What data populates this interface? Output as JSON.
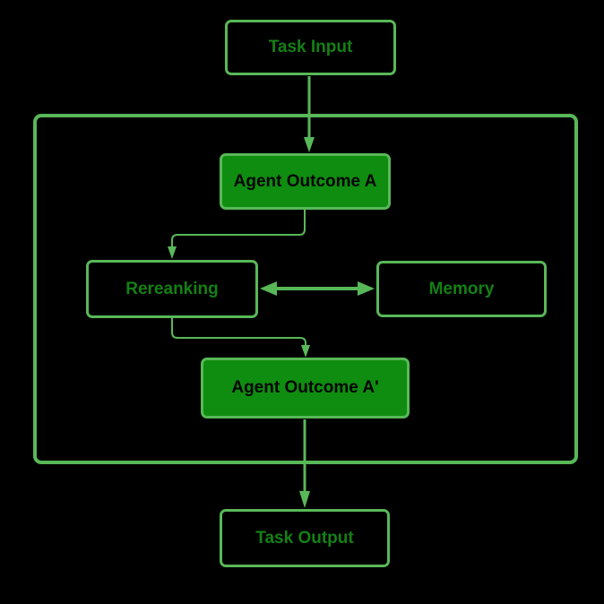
{
  "diagram": {
    "background_color": "#000000",
    "accent_color": "#58b858",
    "node_fill_color": "#0f8d10",
    "label_color": "#148014",
    "nodes": {
      "task_input": {
        "label": "Task Input",
        "style": "outline"
      },
      "agent_outcome_a": {
        "label": "Agent Outcome A",
        "style": "filled"
      },
      "rereanking": {
        "label": "Rereanking",
        "style": "outline"
      },
      "memory": {
        "label": "Memory",
        "style": "outline"
      },
      "agent_outcome_a_prime": {
        "label": "Agent Outcome A'",
        "style": "filled"
      },
      "task_output": {
        "label": "Task Output",
        "style": "outline"
      }
    },
    "edges": [
      {
        "from": "Task Input",
        "to": "Agent Outcome A",
        "type": "arrow"
      },
      {
        "from": "Agent Outcome A",
        "to": "Rereanking",
        "type": "elbow-arrow"
      },
      {
        "from": "Rereanking",
        "to": "Memory",
        "type": "double-arrow"
      },
      {
        "from": "Rereanking",
        "to": "Agent Outcome A'",
        "type": "elbow-arrow"
      },
      {
        "from": "Agent Outcome A'",
        "to": "Task Output",
        "type": "arrow"
      }
    ]
  }
}
